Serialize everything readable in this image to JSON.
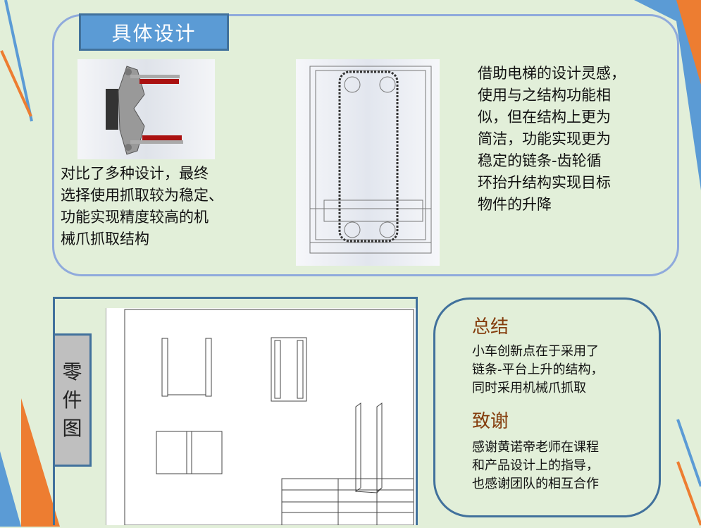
{
  "design": {
    "title": "具体设计",
    "left_text": [
      "对比了多种设计，最终",
      "选择使用抓取较为稳定、",
      "功能实现精度较高的机",
      "械爪抓取结构"
    ],
    "right_text": [
      "借助电梯的设计灵感，",
      "使用与之结构功能相",
      "似，但在结构上更为",
      "简洁，功能实现更为",
      "稳定的链条-齿轮循",
      "环抬升结构实现目标",
      "物件的升降"
    ]
  },
  "parts": {
    "label_chars": [
      "零",
      "件",
      "图"
    ]
  },
  "summary": {
    "heading": "总结",
    "lines": [
      "小车创新点在于采用了",
      "链条-平台上升的结构，",
      "同时采用机械爪抓取"
    ],
    "thanks_heading": "致谢",
    "thanks_lines": [
      "感谢黄诺帝老师在课程",
      "和产品设计上的指导，",
      "也感谢团队的相互合作"
    ]
  },
  "colors": {
    "background": "#e2efd9",
    "accent_blue": "#5b9bd5",
    "accent_orange": "#ed7d31",
    "heading_brown": "#843c0c"
  }
}
